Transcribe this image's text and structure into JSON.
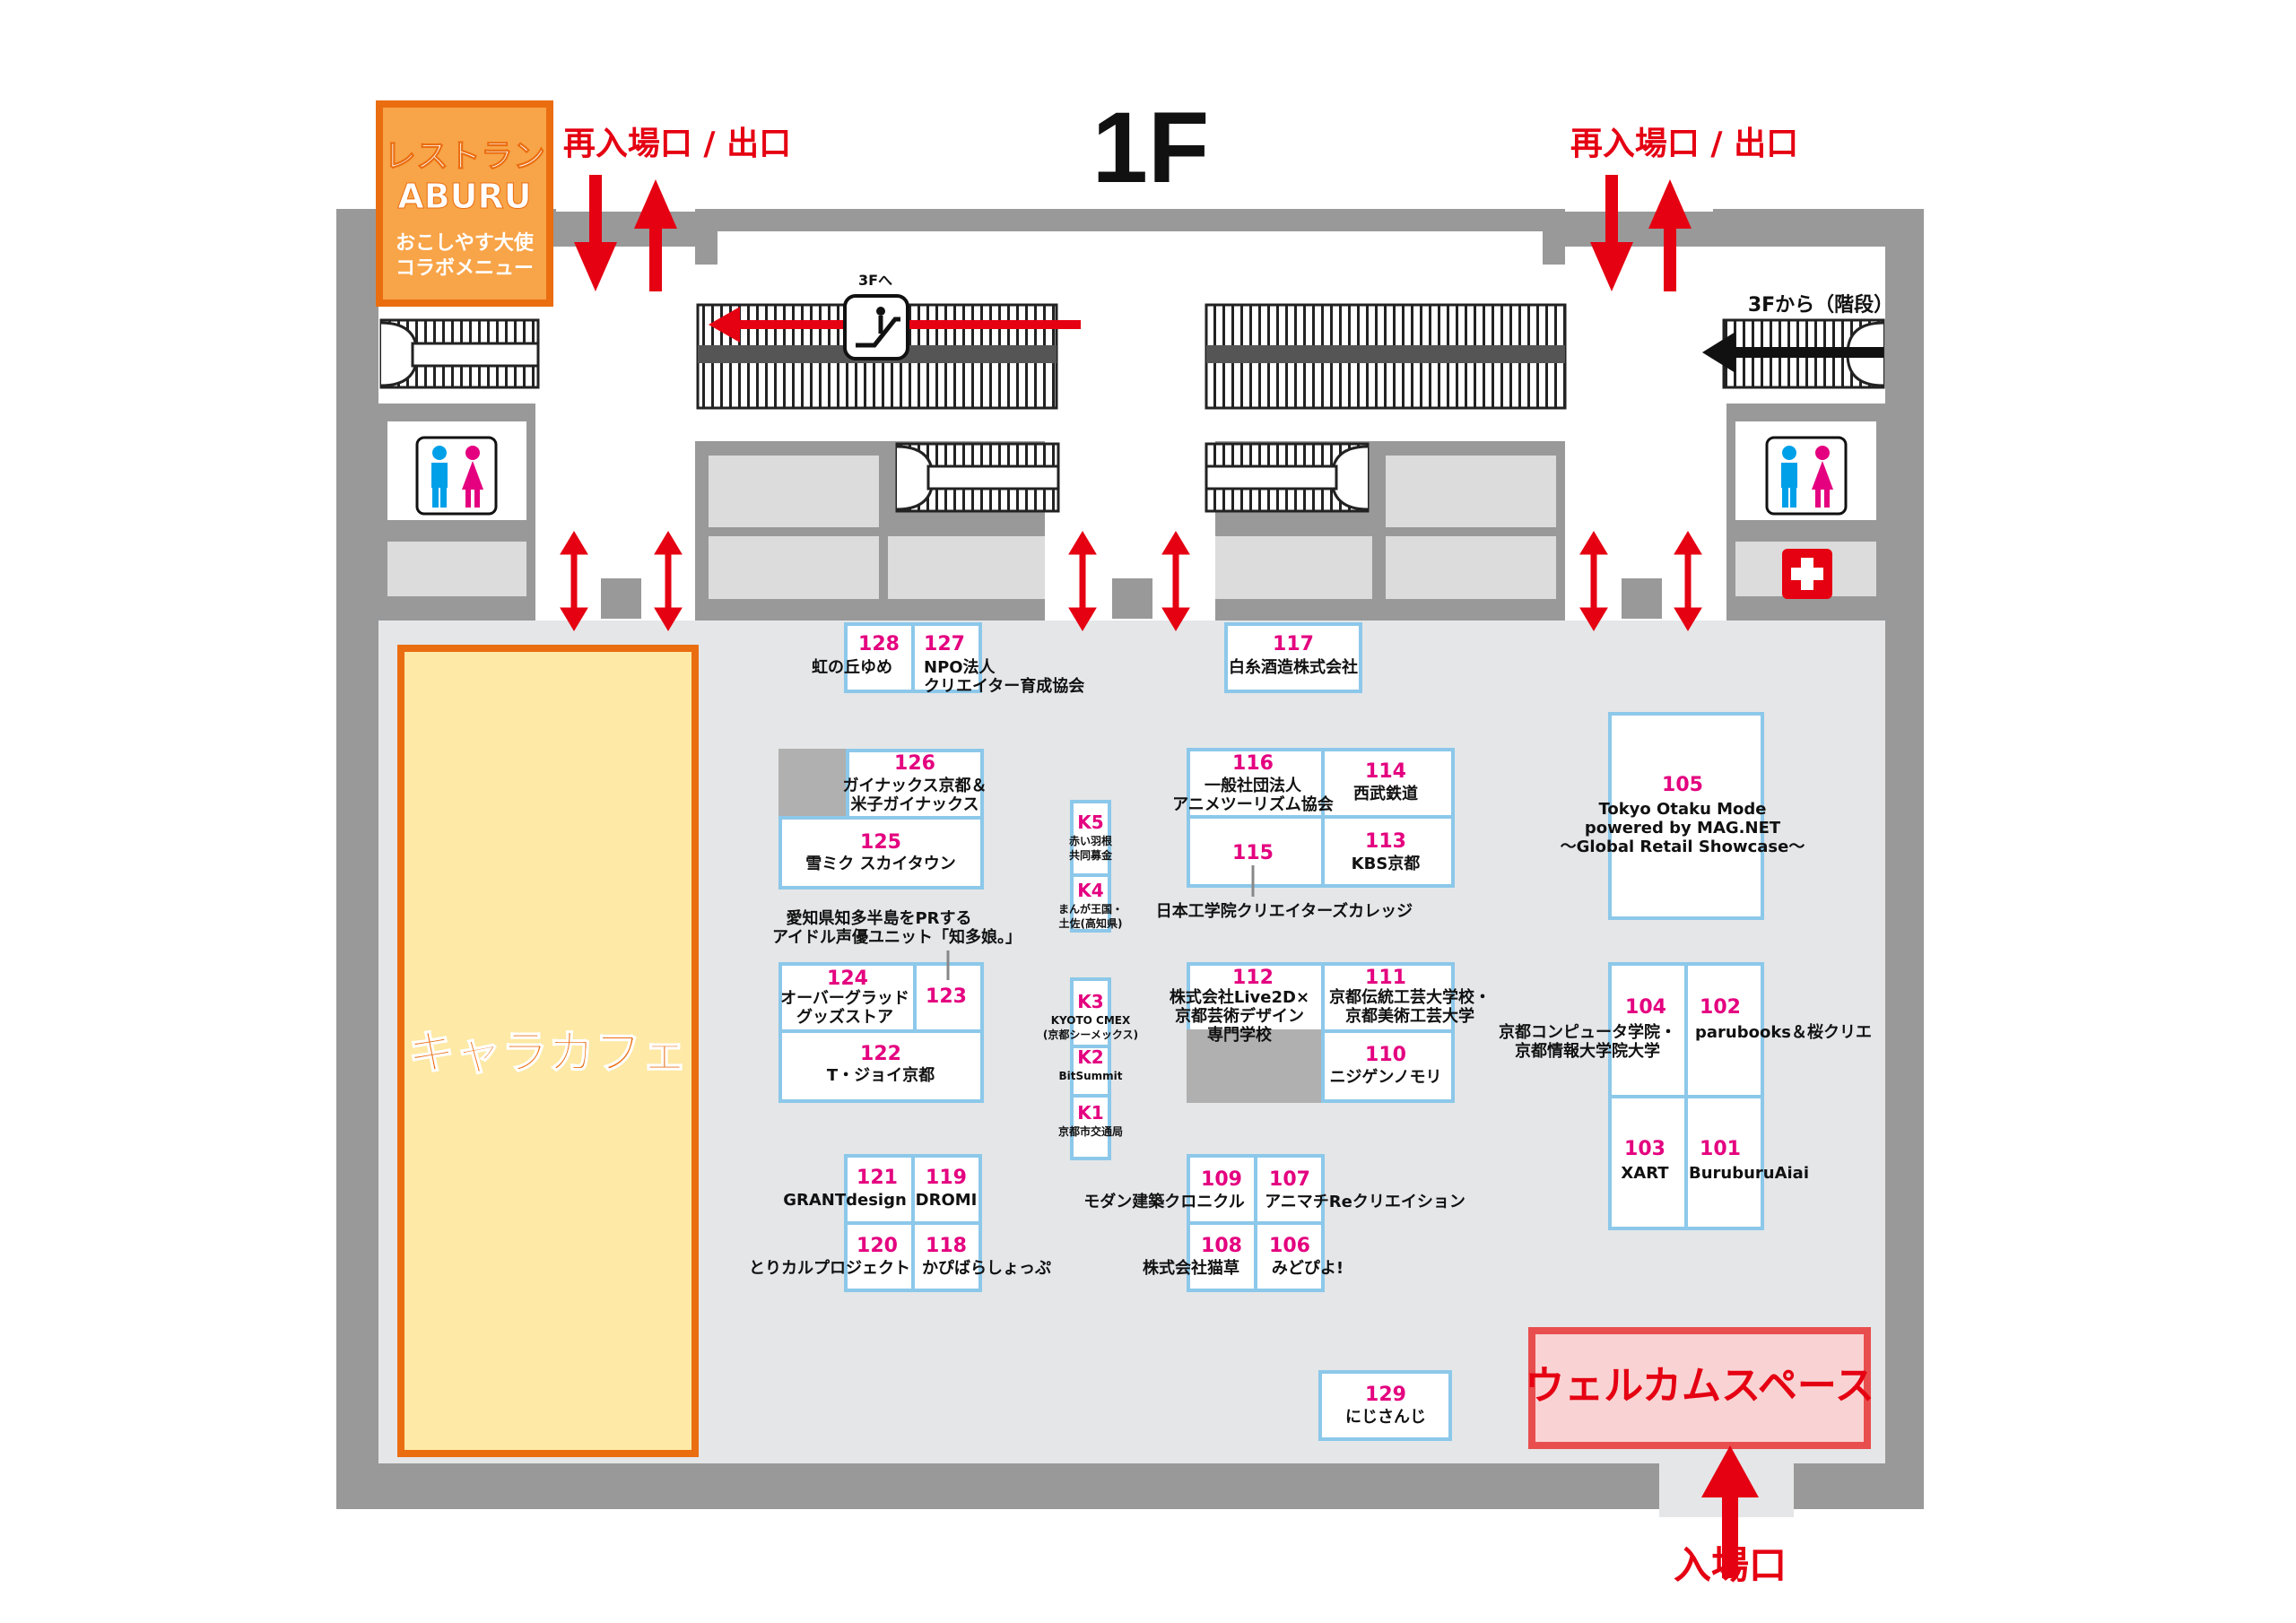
{
  "floor_title": "1F",
  "restaurant": {
    "name_line1": "レストラン",
    "name_line2": "ABURU",
    "note_line1": "おこしやす大使",
    "note_line2": "コラボメニュー"
  },
  "reentry_exit_left": "再入場口 / 出口",
  "reentry_exit_right": "再入場口 / 出口",
  "escalator_up_label": "3Fへ",
  "stairs_from_label": "3Fから（階段）",
  "chara_cafe": "キャラカフェ",
  "welcome_space": "ウェルカムスペース",
  "entrance": "入場口",
  "colors": {
    "wall": "#999999",
    "floor": "#e5e6e8",
    "booth_border": "#8cc8ea",
    "booth_fill": "#ffffff",
    "booth_number": "#e4007f",
    "accent_red": "#e50012",
    "orange": "#ea6d10",
    "cafe_fill": "#fee9a6",
    "welcome_fill": "#f9d3d3",
    "toilet_blue": "#00a0e9",
    "toilet_pink": "#e4007f"
  },
  "icons": [
    "toilet-icon",
    "first-aid-icon",
    "escalator-icon",
    "arrow-icon"
  ],
  "booths": {
    "b128": {
      "num": "128",
      "name": "虹の丘ゆめ"
    },
    "b127": {
      "num": "127",
      "name1": "NPO法人",
      "name2": "クリエイター育成協会"
    },
    "b117": {
      "num": "117",
      "name": "白糸酒造株式会社"
    },
    "b126": {
      "num": "126",
      "name1": "ガイナックス京都＆",
      "name2": "米子ガイナックス"
    },
    "b125": {
      "num": "125",
      "name": "雪ミク スカイタウン"
    },
    "k5": {
      "num": "K5",
      "name1": "赤い羽根",
      "name2": "共同募金"
    },
    "k4": {
      "num": "K4",
      "name1": "まんが王国・",
      "name2": "土佐(高知県)"
    },
    "b116": {
      "num": "116",
      "name1": "一般社団法人",
      "name2": "アニメツーリズム協会"
    },
    "b114": {
      "num": "114",
      "name": "西武鉄道"
    },
    "b115": {
      "num": "115",
      "name": "日本工学院クリエイターズカレッジ"
    },
    "b113": {
      "num": "113",
      "name": "KBS京都"
    },
    "b105": {
      "num": "105",
      "name1": "Tokyo Otaku Mode",
      "name2": "powered by MAG.NET",
      "name3": "～Global Retail Showcase～"
    },
    "b123": {
      "num": "123",
      "name1": "愛知県知多半島をPRする",
      "name2": "アイドル声優ユニット「知多娘。」"
    },
    "b124": {
      "num": "124",
      "name1": "オーバーグラッド",
      "name2": "グッズストア"
    },
    "b122": {
      "num": "122",
      "name": "T・ジョイ京都"
    },
    "k3": {
      "num": "K3",
      "name1": "KYOTO CMEX",
      "name2": "(京都シーメックス)"
    },
    "k2": {
      "num": "K2",
      "name": "BitSummit"
    },
    "k1": {
      "num": "K1",
      "name": "京都市交通局"
    },
    "b112": {
      "num": "112",
      "name1": "株式会社Live2D×",
      "name2": "京都芸術デザイン",
      "name3": "専門学校"
    },
    "b111": {
      "num": "111",
      "name1": "京都伝統工芸大学校・",
      "name2": "京都美術工芸大学"
    },
    "b110": {
      "num": "110",
      "name": "ニジゲンノモリ"
    },
    "b104": {
      "num": "104",
      "name1": "京都コンピュータ学院・",
      "name2": "京都情報大学院大学"
    },
    "b102": {
      "num": "102",
      "name": "parubooks＆桜クリエ"
    },
    "b103": {
      "num": "103",
      "name": "XART"
    },
    "b101": {
      "num": "101",
      "name": "BuruburuAiai"
    },
    "b121": {
      "num": "121",
      "name": "GRANTdesign"
    },
    "b119": {
      "num": "119",
      "name": "DROMI"
    },
    "b120": {
      "num": "120",
      "name": "とりカルプロジェクト"
    },
    "b118": {
      "num": "118",
      "name": "かぴばらしょっぷ"
    },
    "b109": {
      "num": "109",
      "name": "モダン建築クロニクル"
    },
    "b107": {
      "num": "107",
      "name": "アニマチReクリエイション"
    },
    "b108": {
      "num": "108",
      "name": "株式会社猫草"
    },
    "b106": {
      "num": "106",
      "name": "みどぴよ!"
    },
    "b129": {
      "num": "129",
      "name": "にじさんじ"
    }
  }
}
